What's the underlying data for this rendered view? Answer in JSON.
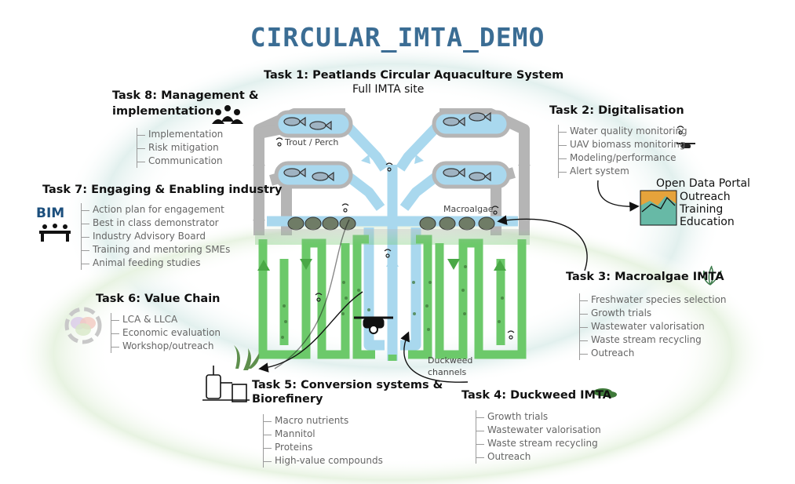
{
  "title": "CIRCULAR_IMTA_DEMO",
  "task1": {
    "title": "Task 1: Peatlands Circular Aquaculture System",
    "subtitle": "Full IMTA site"
  },
  "site_labels": {
    "fish": "Trout / Perch",
    "macroalgae": "Macroalgae",
    "duckweed_1": "Duckweed",
    "duckweed_2": "channels"
  },
  "task8": {
    "title_1": "Task 8: Management &",
    "title_2": "implementation",
    "items": [
      "Implementation",
      "Risk mitigation",
      "Communication"
    ]
  },
  "task7": {
    "title": "Task 7: Engaging & Enabling industry",
    "logo": "BIM",
    "items": [
      "Action plan for engagement",
      "Best in class demonstrator",
      "Industry Advisory Board",
      "Training and mentoring SMEs",
      "Animal feeding studies"
    ]
  },
  "task6": {
    "title": "Task 6: Value Chain",
    "items": [
      "LCA & LLCA",
      "Economic evaluation",
      "Workshop/outreach"
    ]
  },
  "task5": {
    "title_1": "Task 5: Conversion systems  &",
    "title_2": "Biorefinery",
    "items": [
      "Macro nutrients",
      "Mannitol",
      "Proteins",
      "High-value compounds"
    ]
  },
  "task4": {
    "title": "Task 4: Duckweed IMTA",
    "items": [
      "Growth trials",
      "Wastewater valorisation",
      "Waste stream recycling",
      "Outreach"
    ]
  },
  "task3": {
    "title": "Task 3: Macroalgae IMTA",
    "items": [
      "Freshwater species selection",
      "Growth trials",
      "Wastewater valorisation",
      "Waste stream recycling",
      "Outreach"
    ]
  },
  "task2": {
    "title": "Task 2: Digitalisation",
    "items": [
      "Water quality monitoring",
      "UAV biomass monitoring",
      "Modeling/performance",
      "Alert system"
    ]
  },
  "portal": {
    "title": "Open Data Portal",
    "items": [
      "Outreach",
      "Training",
      "Education"
    ]
  },
  "colors": {
    "title": "#3b6d94",
    "water": "#a9d8ee",
    "channel": "#6cc96a",
    "pond": "#b5b5b5",
    "halo": "#e6f1e4"
  },
  "icons": [
    "people-icon",
    "fish-icon",
    "sensor-icon",
    "drone-icon",
    "seaweed-icon",
    "duckweed-icon",
    "bioreactor-icon",
    "value-chain-icon",
    "meeting-icon",
    "chart-icon"
  ]
}
